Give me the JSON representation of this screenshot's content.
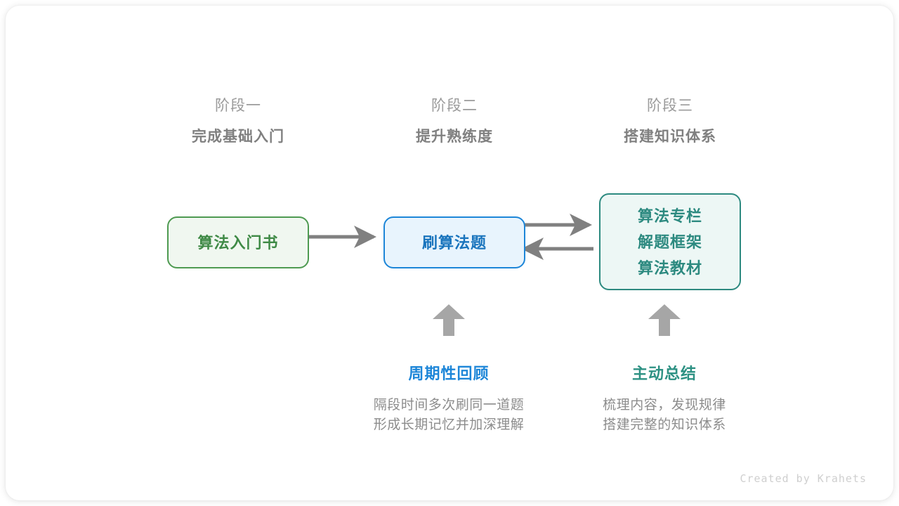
{
  "stages": [
    {
      "title": "阶段一",
      "subtitle": "完成基础入门"
    },
    {
      "title": "阶段二",
      "subtitle": "提升熟练度"
    },
    {
      "title": "阶段三",
      "subtitle": "搭建知识体系"
    }
  ],
  "nodes": {
    "book": {
      "label": "算法入门书",
      "color": "#3f8a46",
      "border": "#4e9a51",
      "fill": "#f0f7f0"
    },
    "practice": {
      "label": "刷算法题",
      "color": "#1974bd",
      "border": "#1d86d8",
      "fill": "#e8f4fd"
    },
    "resources": {
      "lines": [
        "算法专栏",
        "解题框架",
        "算法教材"
      ],
      "color": "#2d8a80",
      "border": "#2d8a80",
      "fill": "#edf7f5"
    }
  },
  "annotations": [
    {
      "title": "周期性回顾",
      "line1": "隔段时间多次刷同一道题",
      "line2": "形成长期记忆并加深理解"
    },
    {
      "title": "主动总结",
      "line1": "梳理内容，发现规律",
      "line2": "搭建完整的知识体系"
    }
  ],
  "arrow_color": "#808080",
  "credit": "Created by Krahets"
}
